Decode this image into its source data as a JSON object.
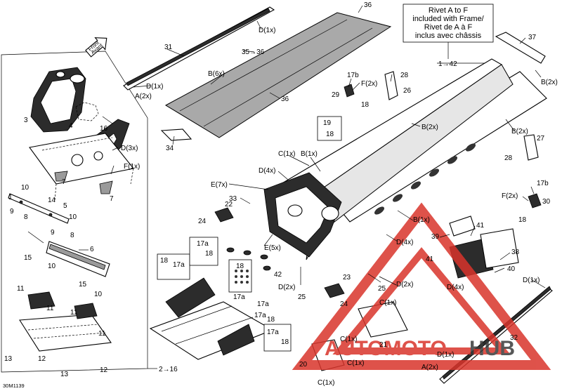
{
  "diagram_id": "30M1139",
  "note": {
    "line1": "Rivet A to F",
    "line2": "included with Frame/",
    "line3": "Rivet de A à F",
    "line4": "inclus avec châssis"
  },
  "front_arrow": {
    "line1": "Front",
    "line2": "Avant"
  },
  "watermark": {
    "part1": "AUTOMOTO",
    "part2": "HUB",
    "colors": {
      "triangle": "#d9342b",
      "hub": "#3a3a3a"
    }
  },
  "labels": {
    "l36a": "36",
    "l31": "31",
    "l35_36": "35→36",
    "lD1x_a": "D(1x)",
    "lD1x_b": "D(1x)",
    "lA2x_a": "A(2x)",
    "lB6x": "B(6x)",
    "l36b": "36",
    "l3": "3",
    "l4": "4",
    "l16a": "16",
    "lD3x": "D(3x)",
    "lF1x": "F(1x)",
    "l7a": "7",
    "l7b": "7",
    "l10a": "10",
    "l1": "1",
    "l14": "14",
    "l5": "5",
    "l10b": "10",
    "l8a": "8",
    "l9a": "9",
    "l9b": "9",
    "l8b": "8",
    "l6": "6",
    "l15a": "15",
    "l10c": "10",
    "l15b": "15",
    "l10d": "10",
    "l11a": "11",
    "l11b": "11",
    "l11c": "11",
    "l11d": "11",
    "l13a": "13",
    "l12a": "12",
    "l13b": "13",
    "l12b": "12",
    "l2_16": "2→16",
    "l34": "34",
    "l1_42": "1→42",
    "l17b_a": "17b",
    "lF2x_a": "F(2x)",
    "l29": "29",
    "l18a": "18",
    "l28a": "28",
    "l26": "26",
    "l37": "37",
    "lB2x_a": "B(2x)",
    "lB2x_b": "B(2x)",
    "lB2x_c": "B(2x)",
    "l27": "27",
    "l28b": "28",
    "l18box_a": "18",
    "l19": "19",
    "lC1x_a": "C(1x)",
    "lB1x_a": "B(1x)",
    "lD4x_a": "D(4x)",
    "lE7x": "E(7x)",
    "l33": "33",
    "l22": "22",
    "l24a": "24",
    "lE5x": "E(5x)",
    "l42": "42",
    "lB1x_b": "B(1x)",
    "lD4x_b": "D(4x)",
    "l17b_b": "17b",
    "lF2x_b": "F(2x)",
    "l30": "30",
    "l18b": "18",
    "l39": "39",
    "l41a": "41",
    "l41b": "41",
    "l38": "38",
    "l40": "40",
    "lD4x_c": "D(4x)",
    "lD2x_a": "D(2x)",
    "l25a": "25",
    "l23": "23",
    "l24b": "24",
    "l25b": "25",
    "lD2x_b": "D(2x)",
    "lC1x_b": "C(1x)",
    "lC1x_c": "C(1x)",
    "l21": "21",
    "l20": "20",
    "lC1x_d": "C(1x)",
    "lC1x_e": "C(1x)",
    "lD1x_c": "D(1x)",
    "l32": "32",
    "lD1x_d": "D(1x)",
    "lA2x_b": "A(2x)",
    "bx18a": "18",
    "bx17a_a": "17a",
    "bx17a_b": "17a",
    "bx18b": "18",
    "bx18c": "18",
    "bx17a_c": "17a",
    "l17a_d": "17a",
    "l17a_e": "17a",
    "l18d": "18",
    "bx17a_f": "17a",
    "bx18e": "18"
  }
}
